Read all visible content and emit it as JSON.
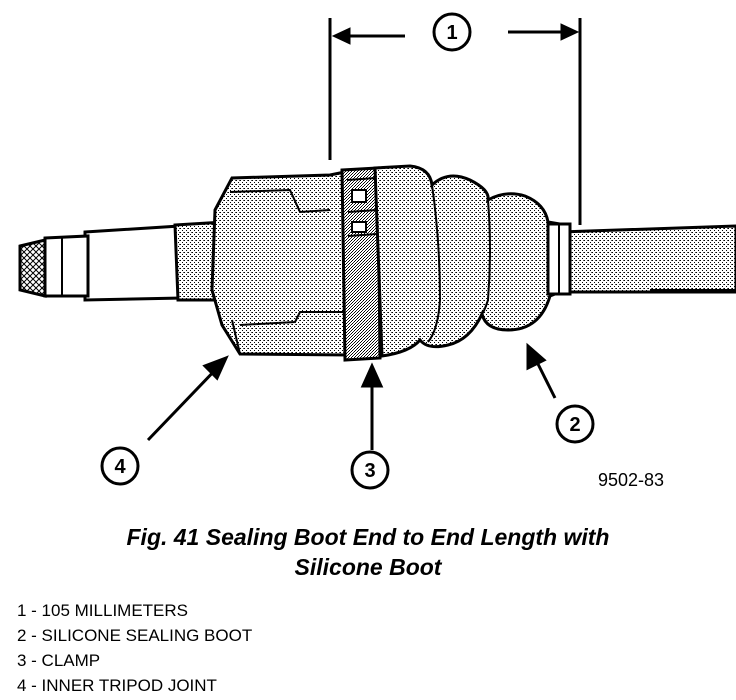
{
  "figure_code": "9502-83",
  "caption": {
    "line1": "Fig. 41 Sealing Boot End to End Length with",
    "line2": "Silicone Boot"
  },
  "callouts": {
    "c1": "1",
    "c2": "2",
    "c3": "3",
    "c4": "4"
  },
  "legend": [
    "1 - 105 MILLIMETERS",
    "2 - SILICONE SEALING BOOT",
    "3 - CLAMP",
    "4 - INNER TRIPOD JOINT"
  ]
}
